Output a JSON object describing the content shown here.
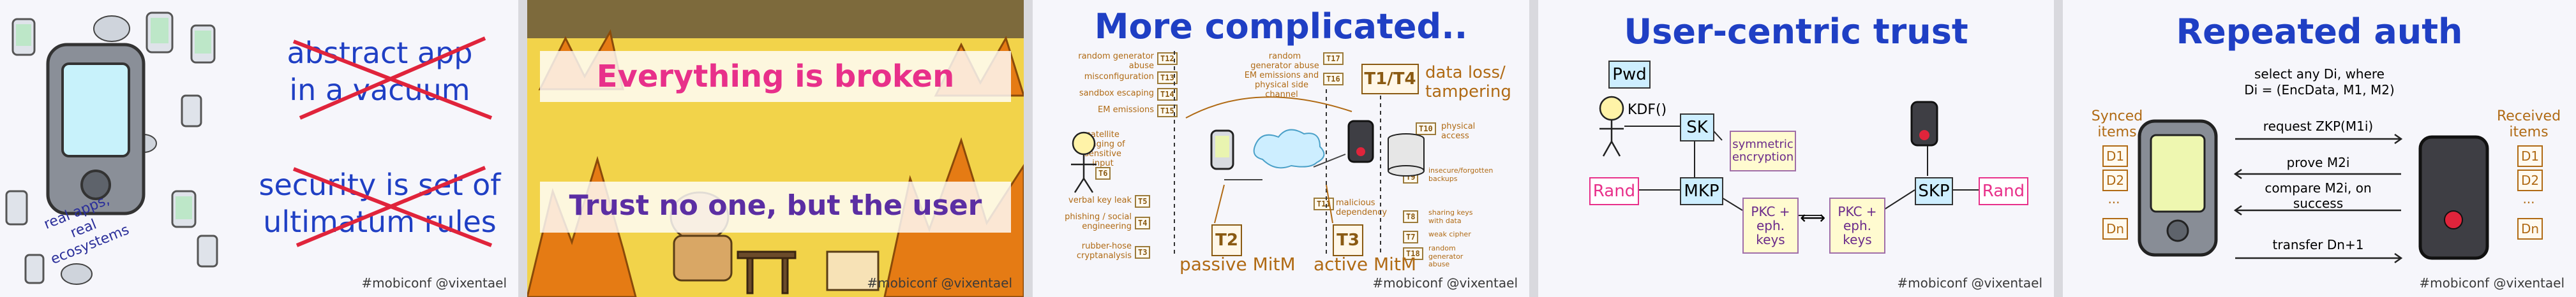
{
  "footer_handle": "#mobiconf @vixentael",
  "slide1": {
    "line1": "abstract app",
    "line2": "in a vacuum",
    "line3": "security is set of",
    "line4": "ultimatum rules",
    "caption_1": "real apps,",
    "caption_2": "real",
    "caption_3": "ecosystems"
  },
  "slide2": {
    "top_text": "Everything is broken",
    "bottom_text": "Trust no one, but the user"
  },
  "slide3": {
    "title": "More complicated..",
    "left_threats": [
      {
        "label": "random generator abuse",
        "tag": "T12"
      },
      {
        "label": "misconfiguration",
        "tag": "T13"
      },
      {
        "label": "sandbox escaping",
        "tag": "T14"
      },
      {
        "label": "EM emissions",
        "tag": "T15"
      },
      {
        "label": "satellite imaging of sensitive input",
        "tag": "T6"
      },
      {
        "label": "verbal key leak",
        "tag": "T5"
      },
      {
        "label": "phishing / social engineering",
        "tag": "T4"
      },
      {
        "label": "rubber-hose cryptanalysis",
        "tag": "T3"
      }
    ],
    "middle_threats": [
      {
        "label": "random generator abuse",
        "tag": "T17"
      },
      {
        "label": "EM emissions and physical side channel",
        "tag": "T16"
      },
      {
        "label": "malicious dependency",
        "tag": "T11"
      }
    ],
    "right_threats": [
      {
        "label": "physical access",
        "tag": "T10"
      },
      {
        "label": "insecure/forgotten backups",
        "tag": "T9"
      },
      {
        "label": "sharing keys with data",
        "tag": "T8"
      },
      {
        "label": "weak cipher",
        "tag": "T7"
      },
      {
        "label": "random generator abuse",
        "tag": "T18"
      }
    ],
    "t1t4": "T1/T4",
    "data_loss": "data loss/",
    "tampering": "tampering",
    "t2": "T2",
    "t3": "T3",
    "passive": "passive MitM",
    "active": "active MitM"
  },
  "slide4": {
    "title": "User-centric trust",
    "pwd": "Pwd",
    "kdf": "KDF()",
    "sk": "SK",
    "sym": "symmetric encryption",
    "rand_left": "Rand",
    "mkp": "MKP",
    "pkc_left": "PKC + eph. keys",
    "pkc_right": "PKC + eph. keys",
    "skp": "SKP",
    "rand_right": "Rand"
  },
  "slide5": {
    "title": "Repeated auth",
    "sub1": "select any Di, where",
    "sub2": "Di = (EncData, M1, M2)",
    "synced_1": "Synced",
    "synced_2": "items",
    "received_1": "Received",
    "received_2": "items",
    "left_items": [
      "D1",
      "D2",
      "...",
      "Dn"
    ],
    "right_items": [
      "D1",
      "D2",
      "...",
      "Dn"
    ],
    "step1": "request ZKP(M1i)",
    "step2": "prove M2i",
    "step3": "compare M2i, on success",
    "step4": "transfer Dn+1"
  }
}
